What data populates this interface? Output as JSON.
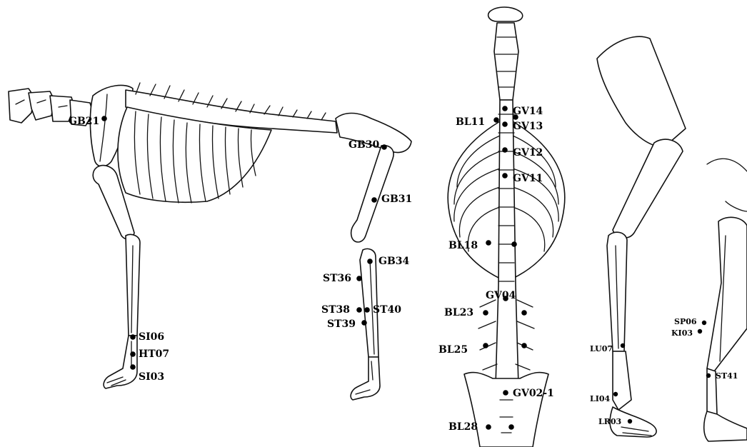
{
  "points": {
    "GB21": "GB21",
    "GB30": "GB30",
    "GB31": "GB31",
    "GB34": "GB34",
    "ST36": "ST36",
    "ST38": "ST38",
    "ST39": "ST39",
    "ST40": "ST40",
    "SI06": "SI06",
    "HT07": "HT07",
    "SI03": "SI03",
    "GV14": "GV14",
    "GV13": "GV13",
    "GV12": "GV12",
    "GV11": "GV11",
    "BL11": "BL11",
    "BL18": "BL18",
    "GV04": "GV04",
    "BL23": "BL23",
    "BL25": "BL25",
    "GV02_1": "GV02-1",
    "BL28": "BL28",
    "LU07": "LU07",
    "LI04": "LI04",
    "LR03": "LR03",
    "SP06": "SP06",
    "KI03": "KI03",
    "ST41": "ST41"
  }
}
